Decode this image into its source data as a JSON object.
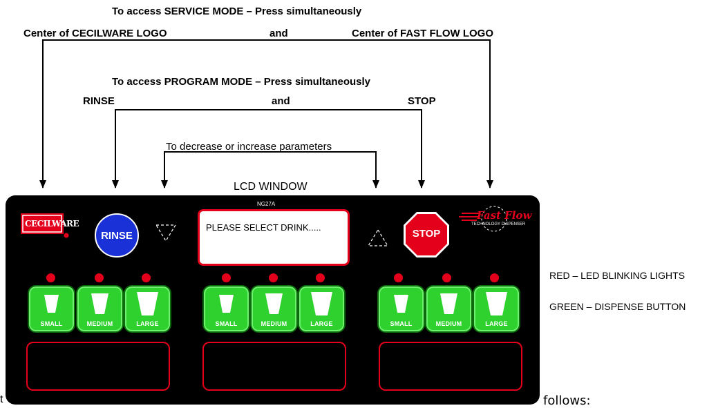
{
  "annotations": {
    "service_title": "To access SERVICE MODE – Press  simultaneously",
    "service_left": "Center of  CECILWARE LOGO",
    "service_and": "and",
    "service_right": "Center of FAST FLOW LOGO",
    "program_title": "To access PROGRAM MODE – Press  simultaneously",
    "program_left": "RINSE",
    "program_and": "and",
    "program_right": "STOP",
    "params": "To decrease or increase parameters",
    "lcd_window": "LCD WINDOW",
    "legend_red": "RED – LED BLINKING  LIGHTS",
    "legend_green": "GREEN – DISPENSE BUTTON"
  },
  "panel": {
    "model": "NG27A",
    "lcd_text": "PLEASE SELECT DRINK.....",
    "rinse_label": "RINSE",
    "stop_label": "STOP",
    "logo_text": "CECILWARE",
    "fastflow_text": "Fast Flow",
    "fastflow_sub": "TECHNOLOGY DISPENSER",
    "sizes": [
      "SMALL",
      "MEDIUM",
      "LARGE"
    ]
  },
  "colors": {
    "panel": "#000000",
    "led_red": "#e4001b",
    "button_green": "#2fd12f",
    "rinse_blue": "#1a31d8",
    "stop_red": "#e4001b"
  },
  "footer_fragments": {
    "left": "t",
    "right": "follows:"
  }
}
